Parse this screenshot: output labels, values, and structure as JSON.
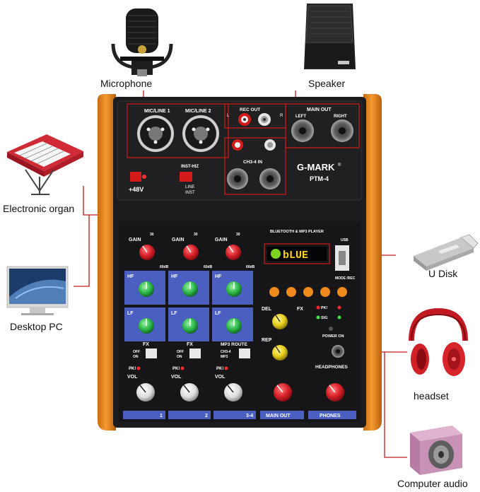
{
  "devices": {
    "microphone": "Microphone",
    "speaker": "Speaker",
    "electronic_organ": "Electronic organ",
    "desktop_pc": "Desktop PC",
    "u_disk": "U Disk",
    "headset": "headset",
    "computer_audio": "Computer audio"
  },
  "mixer": {
    "brand": "G-MARK",
    "brand_mark": "®",
    "model": "PTM-4",
    "display_text": "bLUE",
    "colors": {
      "body": "#1c1c1e",
      "frame": "#f08a1c",
      "channel_strip": "#4a5fbf",
      "highlight": "#d51a1a",
      "knob_hf_lf": "#2db84a",
      "knob_gain": "#d8202a",
      "knob_fx": "#e7cf1b"
    },
    "top_panel": {
      "mic_line_1": "MIC/LINE 1",
      "mic_line_2": "MIC/LINE 2",
      "inst_hiz": "INST-HIZ",
      "phantom": "+48V",
      "line": "LINE",
      "inst": "INST",
      "rec_out": "REC OUT",
      "ch_in": "CH3-4 IN",
      "main_out": "MAIN OUT",
      "left": "LEFT",
      "right": "RIGHT",
      "l": "L",
      "r": "R"
    },
    "player": {
      "title": "BLUETOOTH & MP3 PLAYER",
      "usb": "USB",
      "mode": "MODE /REC"
    },
    "channels": {
      "gain": "GAIN",
      "gain_max": "30",
      "gain_db": "60dB",
      "hf": "HF",
      "lf": "LF",
      "fx": "FX",
      "off": "OFF",
      "on": "ON",
      "mp3_route": "MP3 ROUTE",
      "ch34": "CH3-4",
      "mp3": "MP3",
      "pk": "PK!",
      "vol": "VOL",
      "strip_labels": [
        "1",
        "2",
        "3-4"
      ]
    },
    "fx_section": {
      "del": "DEL",
      "fx": "FX",
      "rep": "REP",
      "pk": "PK!",
      "sig": "SIG",
      "power_on": "POWER ON",
      "headphones": "HEADPHONES",
      "main_out": "MAIN OUT",
      "phones": "PHONES"
    }
  }
}
